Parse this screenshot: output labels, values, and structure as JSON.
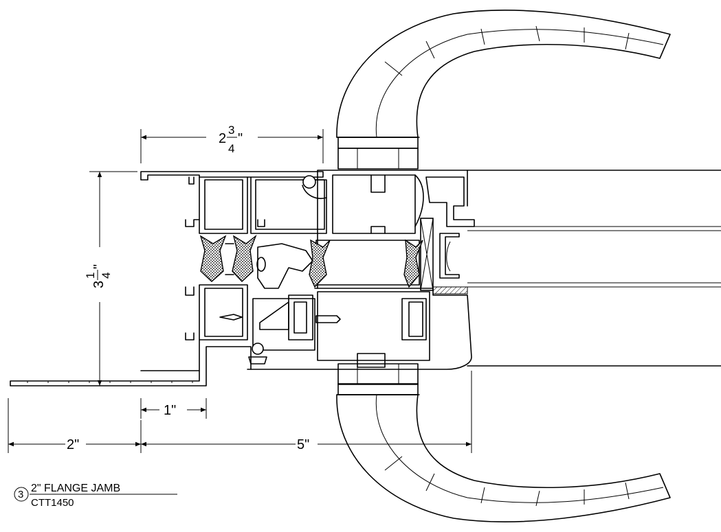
{
  "dimensions": {
    "top_width": {
      "whole": "2",
      "numerator": "3",
      "denominator": "4",
      "unit": "\""
    },
    "height": {
      "whole": "3",
      "numerator": "1",
      "denominator": "4",
      "unit": "\""
    },
    "one_inch": "1\"",
    "flange": "2\"",
    "overall": "5\""
  },
  "callout": {
    "number": "3",
    "title": "2\" FLANGE JAMB",
    "subtitle": "CTT1450"
  }
}
